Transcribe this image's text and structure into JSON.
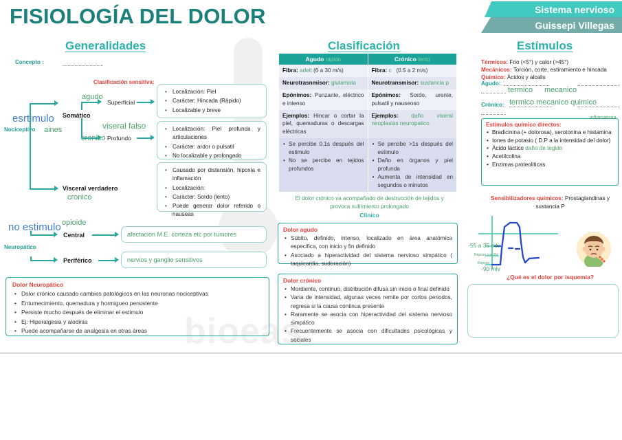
{
  "header": {
    "title": "FISIOLOGÍA DEL DOLOR",
    "ribbon_top": "Sistema nervioso",
    "ribbon_bottom": "Guissepi Villegas",
    "accent_teal": "#1b7f7a",
    "accent_cyan": "#3fc9c0",
    "accent_gray_teal": "#72aba8"
  },
  "sections": {
    "generalidades": "Generalidades",
    "clasificacion": "Clasificación",
    "estimulos": "Estímulos"
  },
  "generalidades": {
    "concepto_label": "Concepto :",
    "concepto_value": "..............................",
    "clasificacion_sensitiva_label": "Clasificación sensitiva:",
    "stimulus_hand": "esrtimulo",
    "nociceptivo_label": "Nociceptivo",
    "aines_hand": "aines",
    "somatico_label": "Somático",
    "agudo_hand": "agudo",
    "cronico_hand_1": "cronico",
    "superficial_label": "Superficial",
    "viseral_falso_hand": "viseral falso",
    "profundo_label": "Profundo",
    "visceral_verdadero_label": "Visceral verdadero",
    "cronico_hand_2": "cronico",
    "no_estimulo_hand": "no estimulo",
    "neuropatico_label": "Neuropático",
    "opioide_hand": "opioide",
    "central_label": "Central",
    "periferico_label": "Periférico",
    "central_box": "afectacion M.E. corteza etc por tumores",
    "periferico_box": "nervios y ganglio sensitivos",
    "superficial_items": [
      "Localización: Piel",
      "Carácter: Hincada (Rápido)",
      "Localizable y breve"
    ],
    "profundo_items": [
      "Localización: Piel profunda y articulaciones",
      "Carácter: ardor o pulsatil",
      "No localizable y prolongado"
    ],
    "visceral_items": [
      "Causado por distensión, hipoxia e inflamación",
      "Localización:",
      "Carácter: Sordo (lento)",
      "Puede generar dolor referido o nauseas"
    ]
  },
  "dolor_neuropatico": {
    "title": "Dolor Neuropático",
    "items": [
      "Dolor crónico causado cambios patológicos en las neuronas nociceptivas",
      "Entumecimiento, quemadura y hormigueo persistente",
      "Persiste mucho después de eliminar el estimulo",
      "Ej: Hiperalgesia y alodinia",
      "Puede acompañarse de analgesia en otras áreas"
    ]
  },
  "tabla": {
    "col_agudo": "Agudo",
    "col_agudo_hand": "rapido",
    "col_cronico": "Crónico",
    "col_cronico_hand": "lento",
    "rows": [
      {
        "agudo_label": "Fibra:",
        "agudo_hand": "adelt",
        "agudo_text": "(6 a 30 m/s)",
        "cronico_label": "Fibra:",
        "cronico_hand": "c",
        "cronico_text": "(0.5 a 2 m/s)"
      },
      {
        "agudo_label": "Neurotrasnmisor:",
        "agudo_hand": "glutamato",
        "agudo_text": "",
        "cronico_label": "Neurotransmisor:",
        "cronico_hand": "sustancia p",
        "cronico_text": ""
      },
      {
        "agudo_label": "Epónimos:",
        "agudo_hand": "",
        "agudo_text": "Punzante, eléctrico e intenso",
        "cronico_label": "Epónimos:",
        "cronico_hand": "",
        "cronico_text": "Sordo, urente, pulsatil y nauseoso"
      },
      {
        "agudo_label": "Ejemplos:",
        "agudo_hand": "",
        "agudo_text": "Hincar o cortar la piel, quemaduras o descargas eléctricas",
        "cronico_label": "Ejemplos:",
        "cronico_hand": "daño viseral neoplasias neuropatico",
        "cronico_text": ""
      }
    ],
    "bullets_agudo": [
      "Se percibe 0.1s después del estimulo",
      "No se percibe en tejidos profundos"
    ],
    "bullets_cronico": [
      "Se percibe >1s después del estimulo",
      "Daño en órganos y piel profunda",
      "Aumenta de intensidad en segundos o minutos"
    ],
    "note": "El dolor crónico va acompañado de destrucción de tejidos y provoca sufrimiento prolongado",
    "clinico": "Clínico"
  },
  "dolor_agudo": {
    "title": "Dolor agudo",
    "items": [
      "Súbito, definido, intenso, localizado en área anatómica especifica, con inicio y fin definido",
      "Asociado a hiperactividad del sistema nervioso simpático ( taquicardia, sudoración)"
    ]
  },
  "dolor_cronico": {
    "title": "Dolor crónico",
    "items": [
      "Mordiente, continuo, distribución difusa sin inicio o final definido",
      "Varia de intensidad, algunas veces remite por cortos periodos, regresa si la causa continua presente",
      "Raramente se asocia con hiperactividad del sistema nervioso simpático",
      "Frecuentemente se asocia con dificultades psicológicas y sociales"
    ]
  },
  "estimulos": {
    "termicos_label": "Térmicos:",
    "termicos_text": "Frio (<5°) y calor (>45°)",
    "mecanicos_label": "Mecánicos:",
    "mecanicos_text": "Torción, corte, estiramiento e hincada",
    "quimico_label": "Químico:",
    "quimico_text": "Ácidos y alcalis",
    "agudo_label": "Agudo:",
    "agudo_hand_1": "termico",
    "agudo_hand_2": "mecanico",
    "cronico_label": "Crónico:",
    "cronico_hand": "termico mecanico quimico",
    "chem_title": "Estímulos químico directos:",
    "chem_items": [
      "Bradicinina (+ dolorosa), serotonina e histamina",
      "Iones de potasio ( D.P a la intensidad del dolor)",
      "Ácido láctico",
      "Acetilcolina",
      "Enzimas proteoliticas"
    ],
    "chem_hand_acido": "daño de tegido",
    "inflamatoria_hand": "inflamatoria",
    "sensibilizadores_label": "Sensibilizadores químicos:",
    "sensibilizadores_text": "Prostaglandinas y sustancia P",
    "graph": {
      "label_umbral": "-55 a 35 mlv",
      "label_reposo_pg": "Reposo con Pg",
      "label_reposo": "Reposo",
      "label_minus90": "-90 mlv"
    },
    "question": "¿Qué es el dolor por isquemia?"
  },
  "watermark": "bioeas"
}
